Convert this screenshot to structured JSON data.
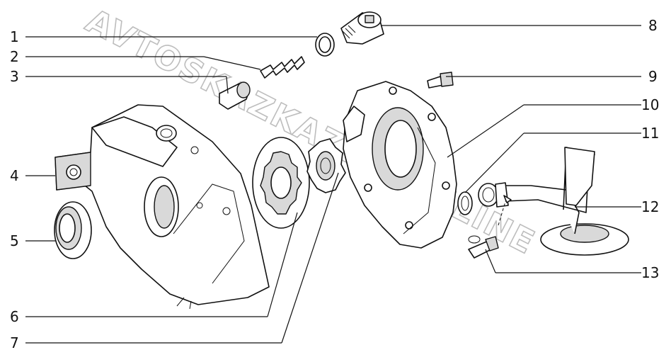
{
  "watermark": {
    "text": "AVTOSKAZKAZKA.ONLINE"
  },
  "callouts": [
    {
      "id": "1",
      "label": "1"
    },
    {
      "id": "2",
      "label": "2"
    },
    {
      "id": "3",
      "label": "3"
    },
    {
      "id": "4",
      "label": "4"
    },
    {
      "id": "5",
      "label": "5"
    },
    {
      "id": "6",
      "label": "6"
    },
    {
      "id": "7",
      "label": "7"
    },
    {
      "id": "8",
      "label": "8"
    },
    {
      "id": "9",
      "label": "9"
    },
    {
      "id": "10",
      "label": "10"
    },
    {
      "id": "11",
      "label": "11"
    },
    {
      "id": "12",
      "label": "12"
    },
    {
      "id": "13",
      "label": "13"
    }
  ]
}
